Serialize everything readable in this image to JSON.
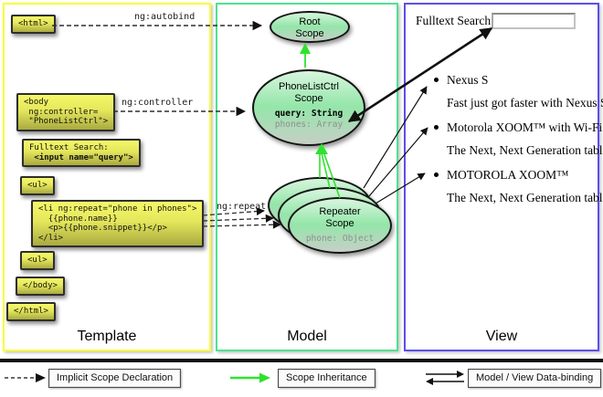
{
  "colors": {
    "template_border": "#fbfb3c",
    "model_border": "#4fe18f",
    "view_border": "#5b4fe8",
    "inheritance_green": "#2ee22e",
    "code_box_yellow": "#f6f869"
  },
  "template": {
    "label": "Template",
    "boxes": {
      "html_open": {
        "l1": "<html>"
      },
      "body_open": {
        "l1": "<body",
        "l2": " ng:controller=",
        "l3": " \"PhoneListCtrl\">"
      },
      "fulltext": {
        "l1": "Fulltext Search:",
        "l2": " <input name=\"query\">"
      },
      "ul_open": {
        "l1": "<ul>"
      },
      "li_repeat": {
        "l1": "<li ng:repeat=\"phone in phones\">",
        "l2": "  {{phone.name}}",
        "l3": "  <p>{{phone.snippet}}</p>",
        "l4": "</li>"
      },
      "ul_close": {
        "l1": "<ul>"
      },
      "body_close": {
        "l1": "</body>"
      },
      "html_close": {
        "l1": "</html>"
      }
    },
    "edge_labels": {
      "autobind": "ng:autobind",
      "controller": "ng:controller",
      "repeat": "ng:repeat"
    }
  },
  "model": {
    "label": "Model",
    "scopes": {
      "root": {
        "line1": "Root",
        "line2": "Scope"
      },
      "phonelist": {
        "line1": "PhoneListCtrl",
        "line2": "Scope",
        "prop1": "query: String",
        "prop2": "phones: Array"
      },
      "repeater": {
        "line1": "Repeater",
        "line2": "Scope",
        "prop1": "phone: Object"
      }
    }
  },
  "view": {
    "label": "View",
    "search_label": "Fulltext Search:",
    "search_value": "",
    "phones": [
      {
        "name": "Nexus S",
        "snippet": "Fast just got faster with Nexus S."
      },
      {
        "name": "Motorola XOOM™ with Wi-Fi",
        "snippet": "The Next, Next Generation tablet."
      },
      {
        "name": "MOTOROLA XOOM™",
        "snippet": "The Next, Next Generation tablet."
      }
    ]
  },
  "legend": {
    "implicit": "Implicit Scope Declaration",
    "inheritance": "Scope Inheritance",
    "databinding": "Model / View Data-binding"
  }
}
